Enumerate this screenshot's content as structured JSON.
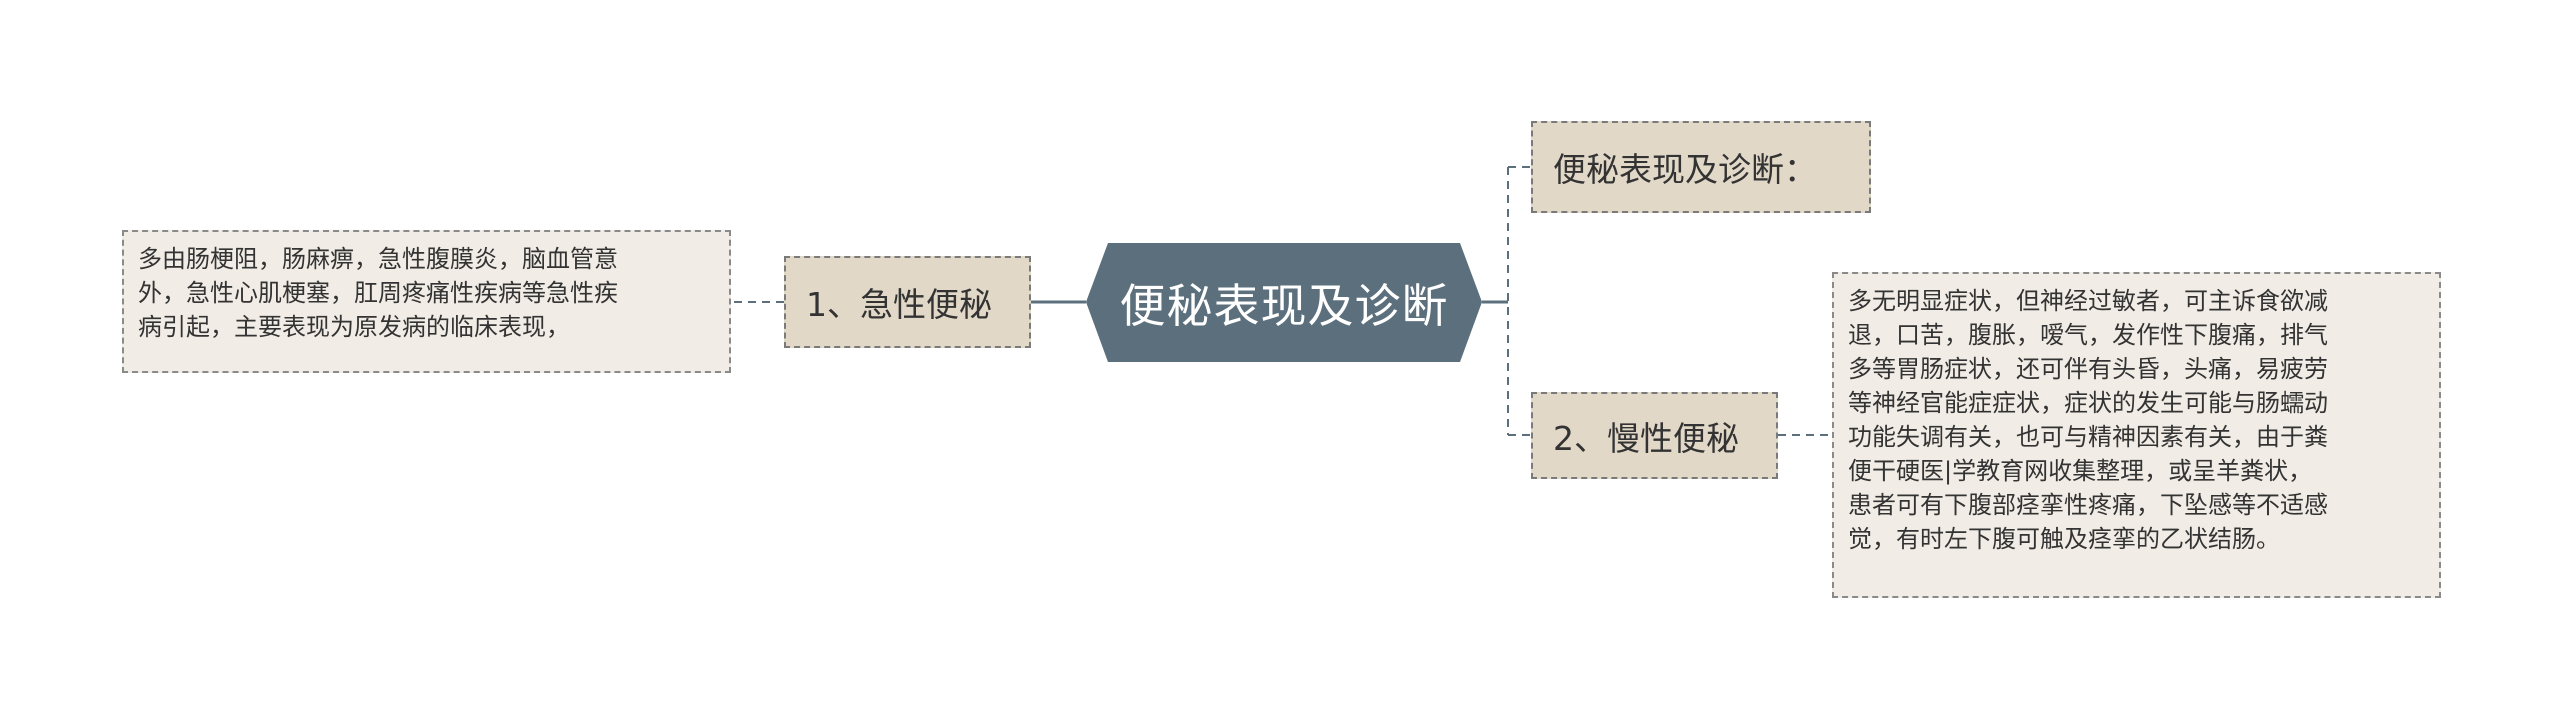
{
  "central": {
    "label": "便秘表现及诊断"
  },
  "branches": [
    {
      "label": "1、急性便秘"
    },
    {
      "label": "便秘表现及诊断："
    },
    {
      "label": "2、慢性便秘"
    }
  ],
  "leaves": [
    {
      "lines": [
        "多由肠梗阻，肠麻痹，急性腹膜炎，脑血管意",
        "外，急性心肌梗塞，肛周疼痛性疾病等急性疾",
        "病引起，主要表现为原发病的临床表现，"
      ]
    },
    {
      "lines": [
        "多无明显症状，但神经过敏者，可主诉食欲减",
        "退，口苦，腹胀，嗳气，发作性下腹痛，排气",
        "多等胃肠症状，还可伴有头昏，头痛，易疲劳",
        "等神经官能症症状，症状的发生可能与肠蠕动",
        "功能失调有关，也可与精神因素有关，由于粪",
        "便干硬医|学教育网收集整理，或呈羊粪状，",
        "患者可有下腹部痉挛性疼痛，下坠感等不适感",
        "觉，有时左下腹可触及痉挛的乙状结肠。"
      ]
    }
  ],
  "colors": {
    "central_fill": "#5b6f7c",
    "branch_fill": "#e2d8c8",
    "leaf_fill": "#f1ece5",
    "connector": "#5b6f7c"
  }
}
